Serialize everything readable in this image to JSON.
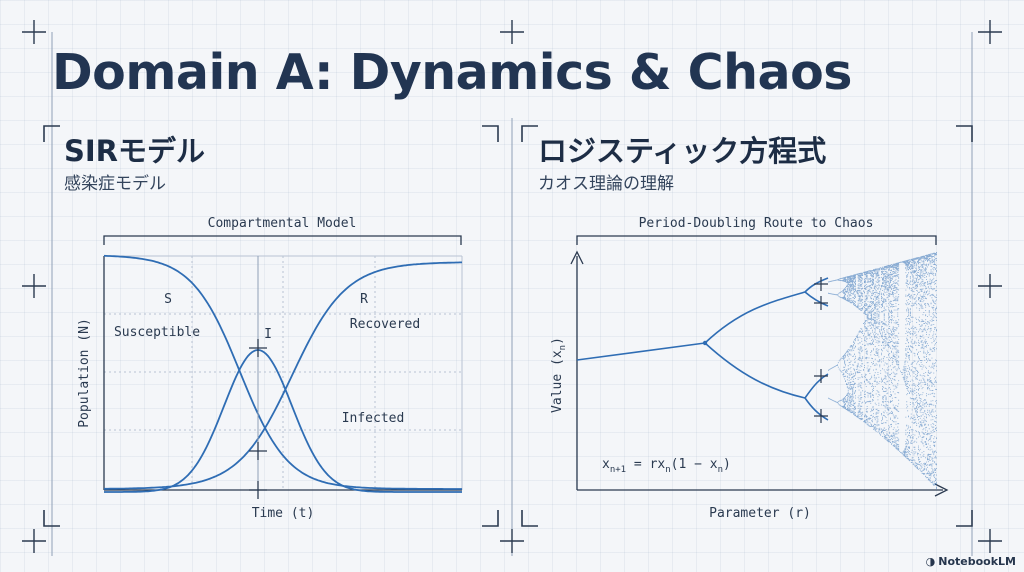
{
  "page": {
    "title": "Domain A: Dynamics & Chaos",
    "brand": "NotebookLM"
  },
  "panels": [
    {
      "title": "SIRモデル",
      "subtitle": "感染症モデル",
      "diagram_caption": "Compartmental Model",
      "xlabel": "Time (t)",
      "ylabel": "Population (N)",
      "curves": [
        {
          "letter": "S",
          "name": "Susceptible"
        },
        {
          "letter": "I",
          "name": "Infected"
        },
        {
          "letter": "R",
          "name": "Recovered"
        }
      ]
    },
    {
      "title": "ロジスティック方程式",
      "subtitle": "カオス理論の理解",
      "diagram_caption": "Period-Doubling Route to Chaos",
      "xlabel": "Parameter (r)",
      "ylabel": "Value (x_n)",
      "equation": "x_{n+1} = r x_n (1 - x_n)"
    }
  ],
  "colors": {
    "curve": "#2f6db4",
    "ink": "#223552",
    "frame": "#2b3a50",
    "grid": "#b8c3d2"
  }
}
